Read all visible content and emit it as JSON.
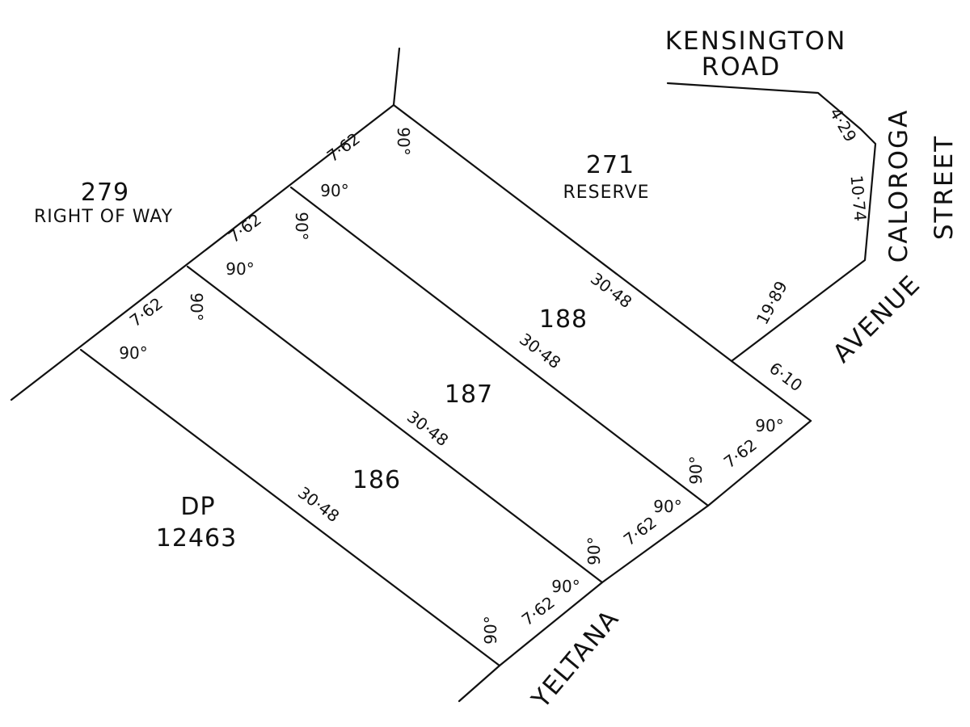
{
  "roads": {
    "kensington_line1": "KENSINGTON",
    "kensington_line2": "ROAD",
    "caloroga_line1": "CALOROGA",
    "caloroga_line2": "STREET",
    "avenue": "AVENUE",
    "yeltana": "YELTANA"
  },
  "parcels": {
    "p279_number": "279",
    "p279_desc": "RIGHT OF WAY",
    "p271_number": "271",
    "p271_desc": "RESERVE",
    "dp_label": "DP",
    "dp_number": "12463",
    "lot188": "188",
    "lot187": "187",
    "lot186": "186"
  },
  "dimensions": {
    "frontage": "7·62",
    "depth": "30·48",
    "kensington_corner": "4·29",
    "caloroga_side": "10·74",
    "avenue_side": "19·89",
    "avenue_frontage": "6·10"
  },
  "angles": {
    "right_angle": "90°"
  }
}
